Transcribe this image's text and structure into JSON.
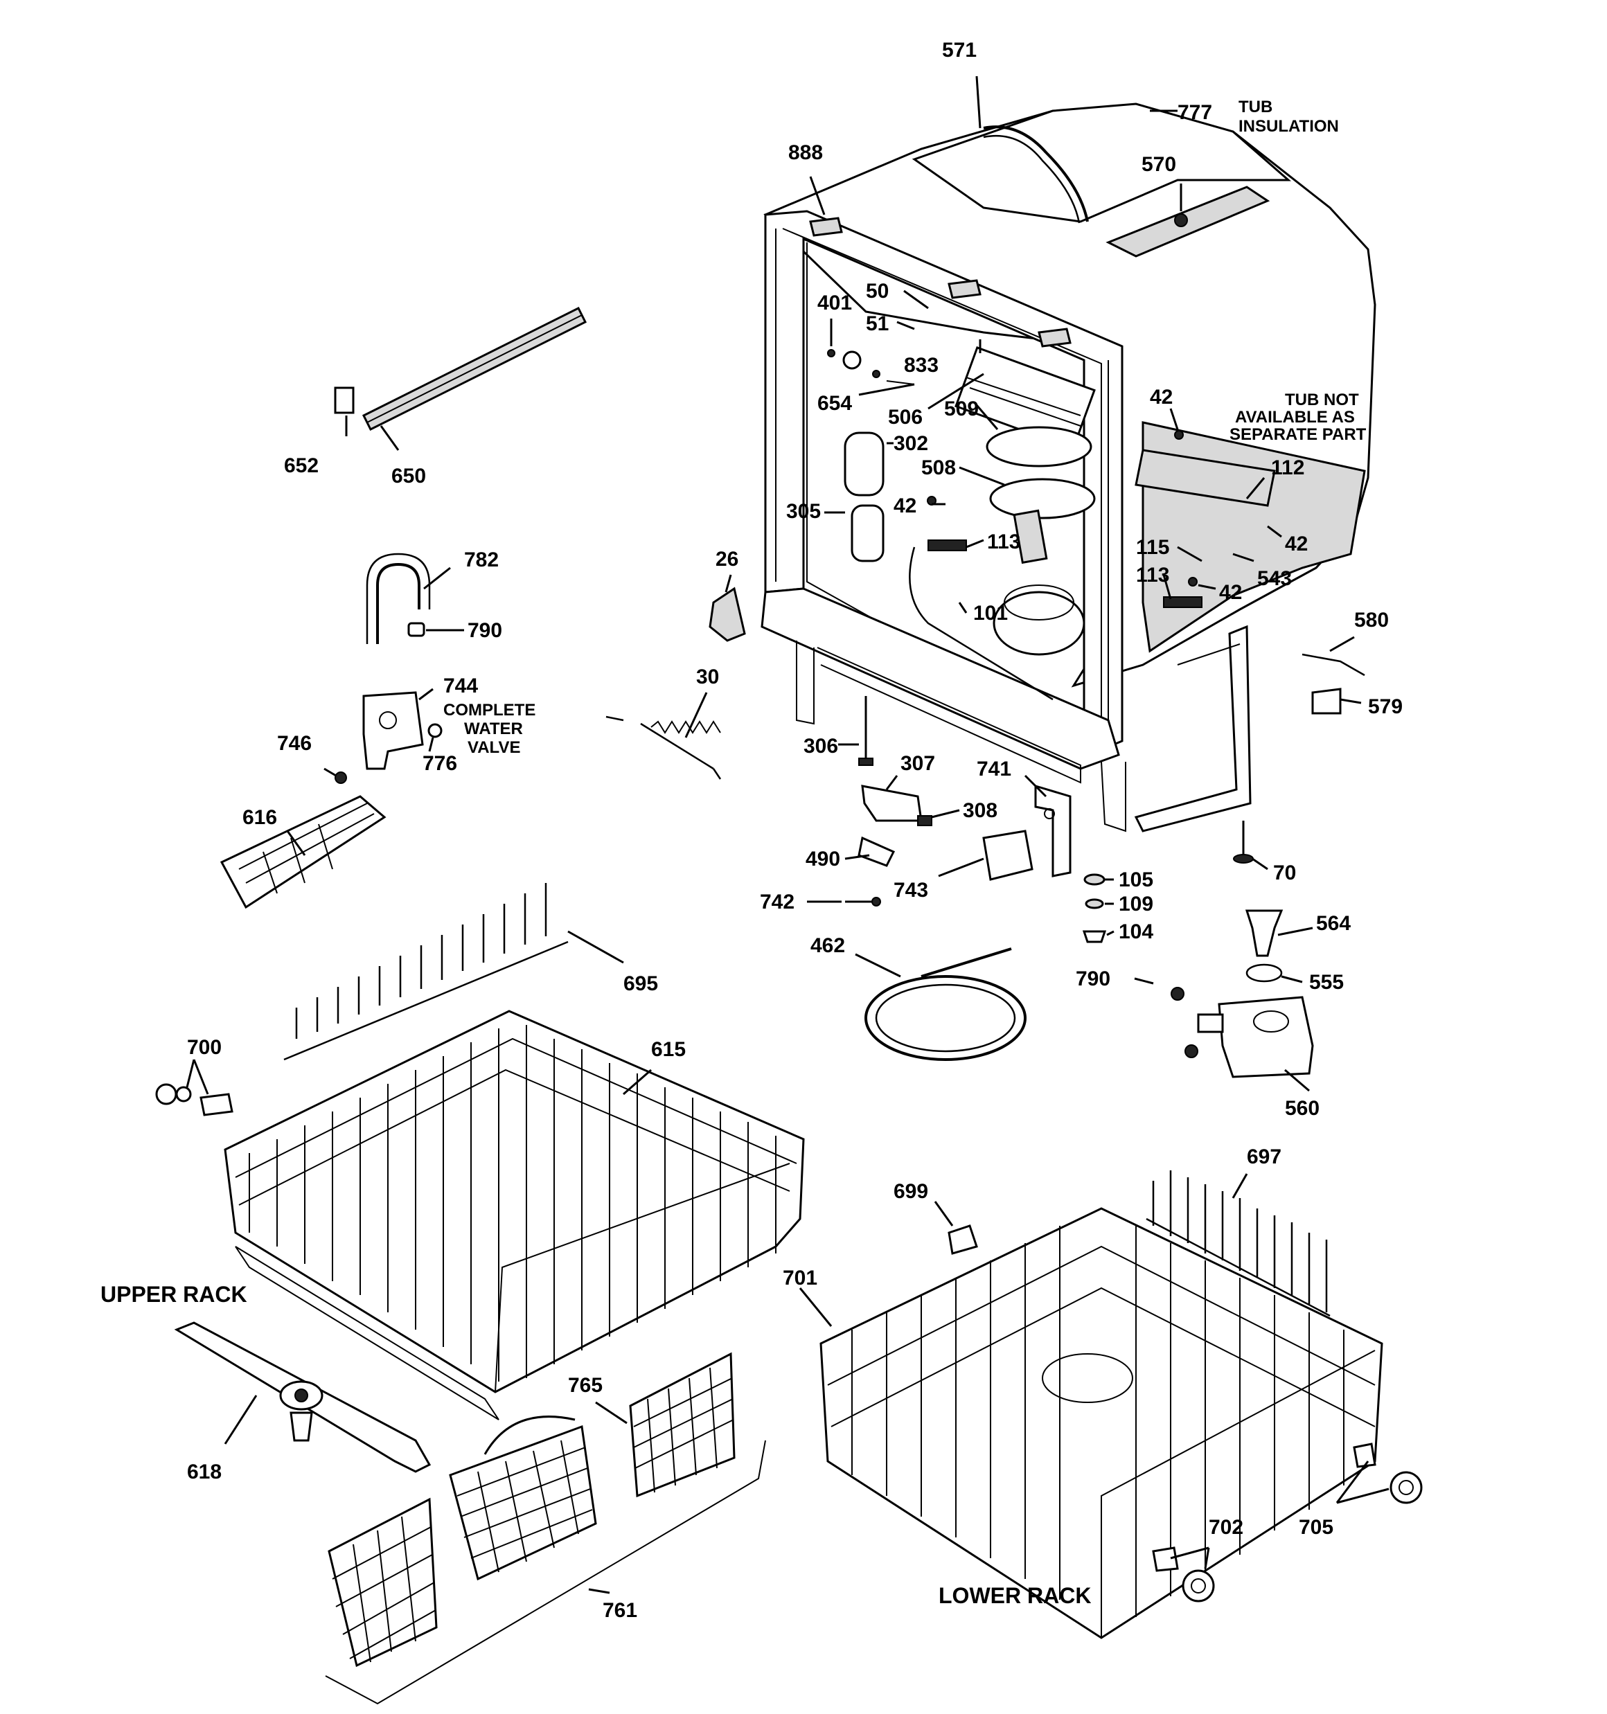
{
  "callouts": {
    "c571": "571",
    "c777": "777",
    "c888": "888",
    "c570": "570",
    "c401": "401",
    "c50": "50",
    "c51": "51",
    "c833": "833",
    "c654": "654",
    "c506": "506",
    "c509": "509",
    "c302": "302",
    "c508": "508",
    "c42a": "42",
    "c305": "305",
    "c113a": "113",
    "c101": "101",
    "c42b": "42",
    "c112": "112",
    "c42c": "42",
    "c115": "115",
    "c543": "543",
    "c113b": "113",
    "c42d": "42",
    "c580": "580",
    "c579": "579",
    "c652": "652",
    "c650": "650",
    "c782": "782",
    "c790a": "790",
    "c744": "744",
    "c746": "746",
    "c776": "776",
    "c616": "616",
    "c26": "26",
    "c30": "30",
    "c306": "306",
    "c307": "307",
    "c308": "308",
    "c741": "741",
    "c490": "490",
    "c743": "743",
    "c742": "742",
    "c70": "70",
    "c105": "105",
    "c109": "109",
    "c104": "104",
    "c564": "564",
    "c462": "462",
    "c790b": "790",
    "c555": "555",
    "c560": "560",
    "c695": "695",
    "c700": "700",
    "c615": "615",
    "c697": "697",
    "c699": "699",
    "c701": "701",
    "c618": "618",
    "c765": "765",
    "c761": "761",
    "c702": "702",
    "c705": "705"
  },
  "notes": {
    "tub_insulation_1": "TUB",
    "tub_insulation_2": "INSULATION",
    "tub_not_1": "TUB NOT",
    "tub_not_2": "AVAILABLE AS",
    "tub_not_3": "SEPARATE PART",
    "water_valve_1": "COMPLETE",
    "water_valve_2": "WATER",
    "water_valve_3": "VALVE"
  },
  "section_labels": {
    "upper_rack": "UPPER RACK",
    "lower_rack": "LOWER RACK"
  },
  "colors": {
    "ink": "#000000",
    "background": "#ffffff"
  }
}
